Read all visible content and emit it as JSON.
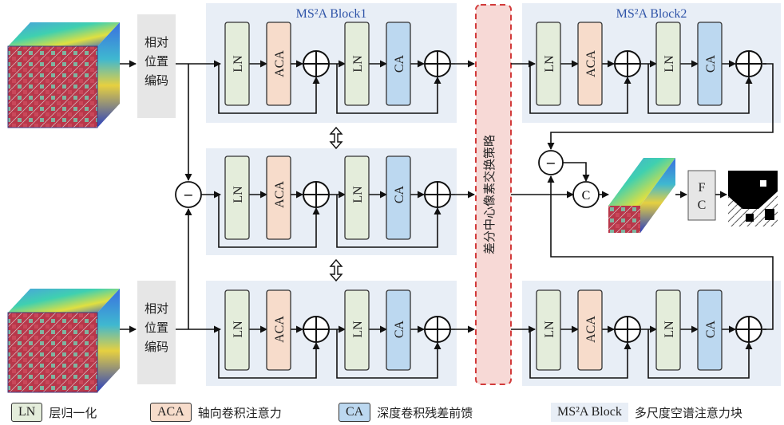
{
  "blocks": {
    "block1_title": "MS²A Block1",
    "block2_title": "MS²A Block2"
  },
  "modules": {
    "ln": "LN",
    "aca": "ACA",
    "ca": "CA",
    "fc": "F\nC",
    "concat": "C",
    "subtract": "−"
  },
  "rpe_label": [
    "相对",
    "位置",
    "编码"
  ],
  "exchange_label": "差分中心像素交换策略",
  "legend": [
    {
      "code": "LN",
      "desc": "层归一化",
      "color": "#e4eddb"
    },
    {
      "code": "ACA",
      "desc": "轴向卷积注意力",
      "color": "#f7dccb"
    },
    {
      "code": "CA",
      "desc": "深度卷积残差前馈",
      "color": "#bcd8f0"
    }
  ],
  "legend_block": {
    "code": "MS²A Block",
    "desc": "多尺度空谱注意力块"
  },
  "colors": {
    "block_bg": "#e8eef6",
    "ln": "#e4eddb",
    "aca": "#f7dccb",
    "ca": "#bcd8f0",
    "rpe": "#e6e6e6",
    "exchange_border": "#d23b3b",
    "title": "#2f54a8"
  }
}
